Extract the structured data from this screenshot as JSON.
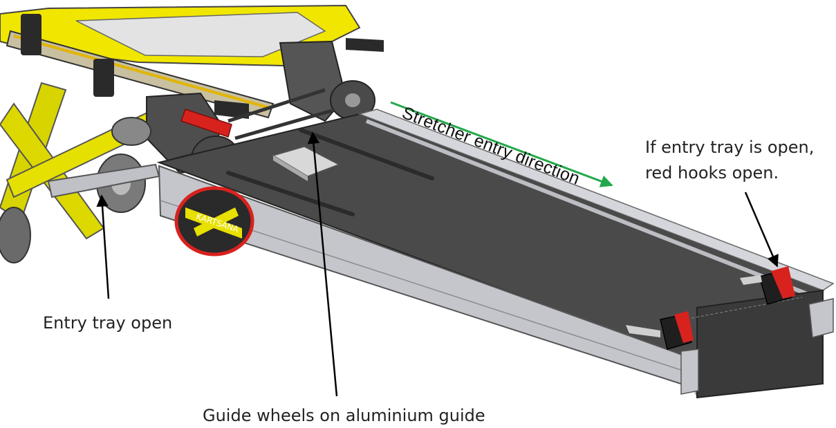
{
  "labels": {
    "entry_direction": "Stretcher entry direction",
    "hooks_line1": "If entry tray is open,",
    "hooks_line2": "red hooks open.",
    "tray_open": "Entry tray open",
    "guide_wheels": "Guide wheels on aluminium guide"
  },
  "logo_text": "KARTSANA",
  "colors": {
    "direction_arrow": "#22a84a",
    "stretcher_yellow": "#e8e000",
    "hook_red": "#d8221e",
    "tray_dark": "#4a4a4a",
    "rail_grey": "#c4c6cc"
  }
}
